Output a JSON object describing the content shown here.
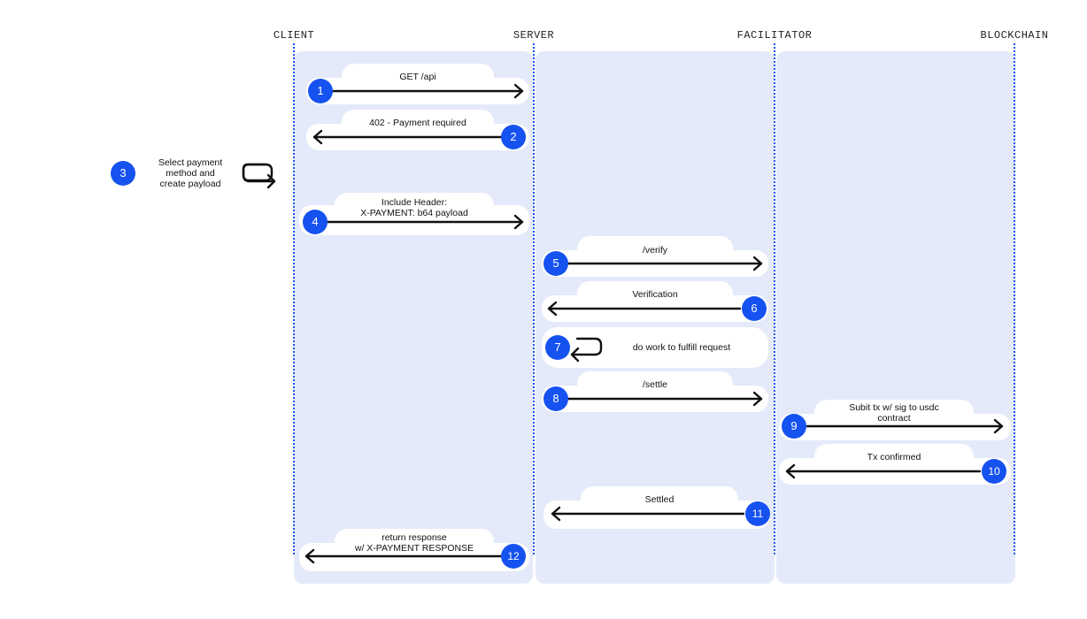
{
  "colors": {
    "accent": "#1652f0",
    "lane": "#e4eaf9",
    "bubble": "#ffffff",
    "arrow": "#111111"
  },
  "actors": {
    "client": "CLIENT",
    "server": "SERVER",
    "facilitator": "FACILITATOR",
    "blockchain": "BLOCKCHAIN"
  },
  "steps": [
    {
      "num": "1",
      "text": "GET /api",
      "from": "client",
      "to": "server"
    },
    {
      "num": "2",
      "text": "402 - Payment required",
      "from": "server",
      "to": "client"
    },
    {
      "num": "3",
      "lines": [
        "Select payment",
        "method and",
        "create payload"
      ],
      "from": "client",
      "to": "client",
      "icon": "loop-arrow-icon"
    },
    {
      "num": "4",
      "lines": [
        "Include Header:",
        "X-PAYMENT: b64 payload"
      ],
      "from": "client",
      "to": "server"
    },
    {
      "num": "5",
      "text": "/verify",
      "from": "server",
      "to": "facilitator"
    },
    {
      "num": "6",
      "text": "Verification",
      "from": "facilitator",
      "to": "server"
    },
    {
      "num": "7",
      "text": "do work to fulfill request",
      "from": "server",
      "to": "server",
      "icon": "loop-arrow-icon"
    },
    {
      "num": "8",
      "text": "/settle",
      "from": "server",
      "to": "facilitator"
    },
    {
      "num": "9",
      "lines": [
        "Subit tx w/ sig to usdc",
        "contract"
      ],
      "from": "facilitator",
      "to": "blockchain"
    },
    {
      "num": "10",
      "text": "Tx confirmed",
      "from": "blockchain",
      "to": "facilitator"
    },
    {
      "num": "11",
      "text": "Settled",
      "from": "facilitator",
      "to": "server"
    },
    {
      "num": "12",
      "lines": [
        "return response",
        "w/ X-PAYMENT RESPONSE"
      ],
      "from": "server",
      "to": "client"
    }
  ]
}
